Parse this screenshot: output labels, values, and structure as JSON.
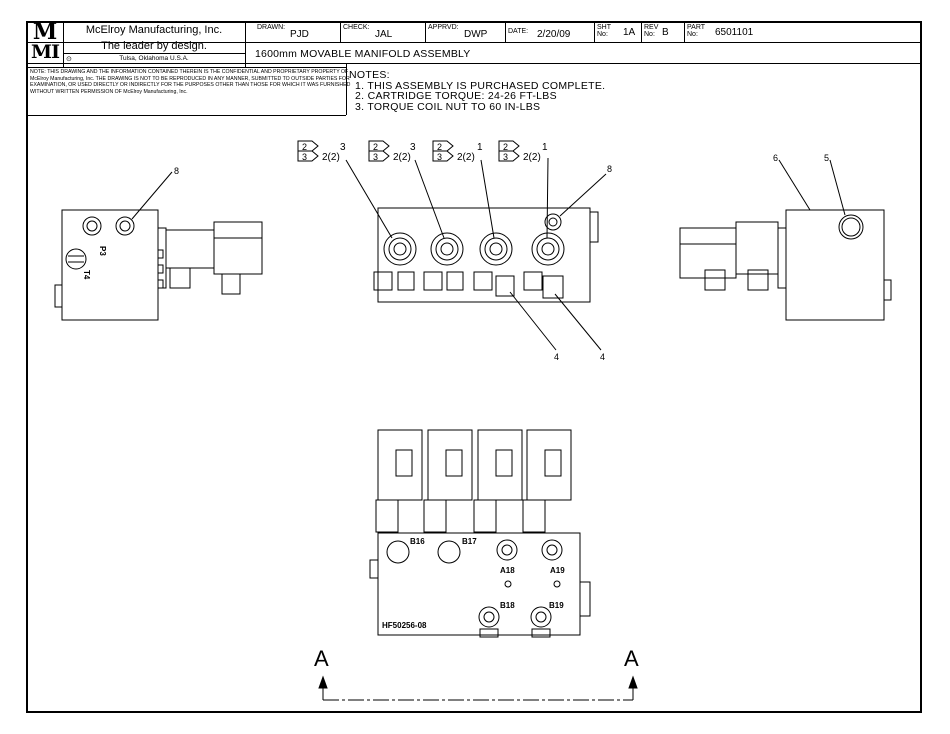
{
  "title_block": {
    "logo_top": "M",
    "logo_bottom": "MI",
    "company": "McElroy Manufacturing, Inc.",
    "tagline": "The leader by design.",
    "location": "Tulsa, Oklahoma U.S.A.",
    "drawn_label": "DRAWN:",
    "drawn_value": "PJD",
    "check_label": "CHECK:",
    "check_value": "JAL",
    "apprvd_label": "APPRVD:",
    "apprvd_value": "DWP",
    "date_label": "DATE:",
    "date_value": "2/20/09",
    "sht_label": "SHT No:",
    "sht_value": "1A",
    "rev_label": "REV No:",
    "rev_value": "B",
    "part_label": "PART No:",
    "part_value": "6501101",
    "drawing_title": "1600mm MOVABLE MANIFOLD ASSEMBLY",
    "confidentiality": "NOTE: THIS DRAWING AND THE INFORMATION CONTAINED THEREIN IS THE CONFIDENTIAL AND PROPRIETARY PROPERTY OF McElroy Manufacturing, Inc. THE DRAWING IS NOT TO BE REPRODUCED IN ANY MANNER, SUBMITTED TO OUTSIDE PARTIES FOR EXAMINATION, OR USED DIRECTLY OR INDIRECTLY FOR THE PURPOSES OTHER THAN THOSE FOR WHICH IT WAS FURNISHED WITHOUT WRITTEN PERMISSION OF McElroy Manufacturing, Inc."
  },
  "notes": {
    "heading": "NOTES:",
    "items": [
      "1.  THIS ASSEMBLY IS PURCHASED COMPLETE.",
      "2.  CARTRIDGE TORQUE: 24-26 FT-LBS",
      "3.  TORQUE COIL NUT TO 60 IN-LBS"
    ]
  },
  "balloons": {
    "b8_left": "8",
    "b8_front": "8",
    "b3a": "3",
    "b3b": "3",
    "b1a": "1",
    "b1b": "1",
    "b4a": "4",
    "b4b": "4",
    "b6": "6",
    "b5": "5"
  },
  "flags": {
    "top": "2",
    "bottom": "3",
    "qty": "2(2)"
  },
  "port_labels": {
    "p3": "P3",
    "t4": "T4",
    "b16": "B16",
    "b17": "B17",
    "a18": "A18",
    "a19": "A19",
    "b18": "B18",
    "b19": "B19",
    "part_mark": "HF50256-08"
  },
  "section": {
    "left": "A",
    "right": "A"
  }
}
